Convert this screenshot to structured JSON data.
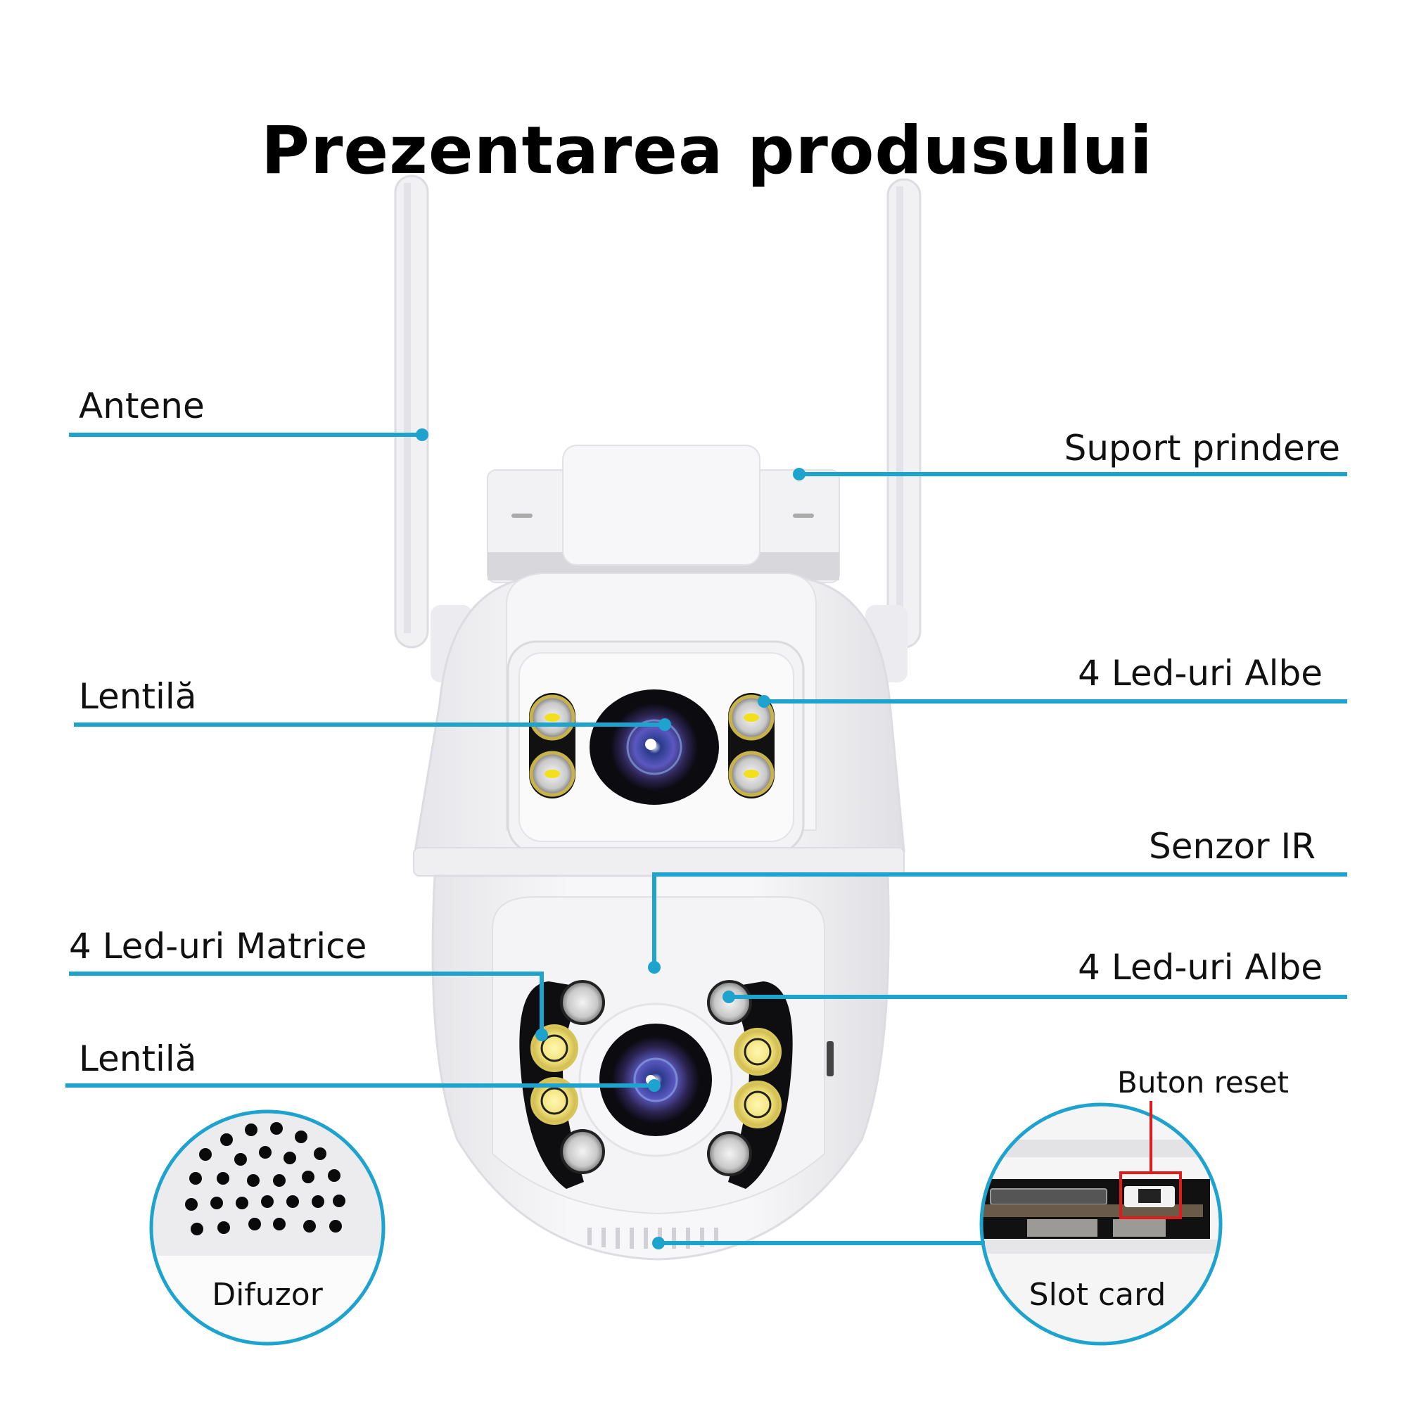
{
  "title": "Prezentarea produsului",
  "accent_color": "#1ea3cf",
  "highlight_color": "#e01b1b",
  "callouts": {
    "antenna": "Antene",
    "mount": "Suport prindere",
    "lens_top": "Lentilă",
    "white_leds_top": "4 Led-uri Albe",
    "ir_sensor": "Senzor IR",
    "matrix_leds": "4 Led-uri Matrice",
    "white_leds_bottom": "4 Led-uri Albe",
    "lens_bottom": "Lentilă"
  },
  "insets": {
    "speaker": "Difuzor",
    "card_slot": "Slot card",
    "reset_button": "Buton reset"
  }
}
